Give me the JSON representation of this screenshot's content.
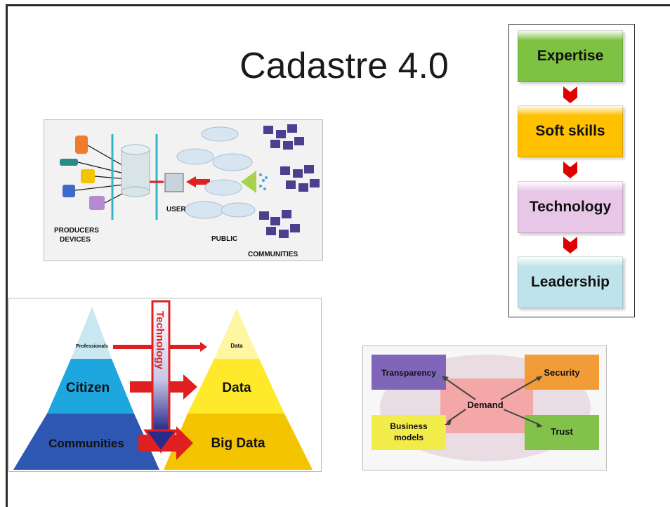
{
  "title": "Cadastre 4.0",
  "chain": {
    "steps": [
      {
        "label": "Expertise",
        "color": "#7dc242"
      },
      {
        "label": "Soft skills",
        "color": "#ffc000"
      },
      {
        "label": "Technology",
        "color": "#e7c6e8"
      },
      {
        "label": "Leadership",
        "color": "#bfe3ea"
      }
    ],
    "arrow_color": "#e00000"
  },
  "network": {
    "labels": {
      "producers": "PRODUCERS",
      "devices": "DEVICES",
      "user": "USER",
      "public": "PUBLIC",
      "communities": "COMMUNITIES"
    }
  },
  "pyramids": {
    "left": [
      "Professionals",
      "Citizen",
      "Communities"
    ],
    "right": [
      "Data",
      "Data",
      "Big Data"
    ],
    "arrow_label": "Technology"
  },
  "demand": {
    "center": "Demand",
    "nodes": {
      "transparency": "Transparency",
      "security": "Security",
      "business": "Business models",
      "business_line1": "Business",
      "business_line2": "models",
      "trust": "Trust"
    }
  }
}
